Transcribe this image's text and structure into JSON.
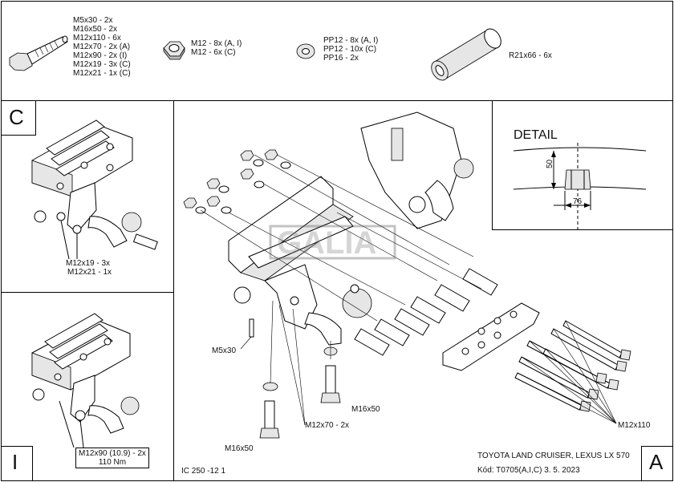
{
  "header": {
    "bolts": [
      "M5x30 - 2x",
      "M16x50 - 2x",
      "M12x110 - 6x",
      "M12x70 - 2x (A)",
      "M12x90 - 2x (I)",
      "M12x19 - 3x (C)",
      "M12x21 - 1x (C)"
    ],
    "nuts": [
      "M12 - 8x (A, I)",
      "M12 - 6x (C)"
    ],
    "washers": [
      "PP12 - 8x (A, I)",
      "PP12 - 10x (C)",
      "PP16 - 2x"
    ],
    "spacer": "R21x66 - 6x"
  },
  "panel_c": {
    "letter": "C",
    "label1": "M12x19 - 3x",
    "label2": "M12x21 - 1x"
  },
  "panel_i": {
    "letter": "I",
    "label1": "M12x90 (10.9) - 2x",
    "label2": "110 Nm"
  },
  "panel_a": {
    "letter": "A",
    "m5x30": "M5x30",
    "m16x50_right": "M16x50",
    "m16x50_left": "M16x50",
    "m12x70": "M12x70 - 2x",
    "m12x110": "M12x110",
    "code": "IC 250 -12 1",
    "vehicle": "TOYOTA LAND CRUISER, LEXUS LX 570",
    "kod": "Kód: T0705(A,I,C)  3. 5. 2023",
    "watermark": "GALIA"
  },
  "detail": {
    "title": "DETAIL",
    "dim_vertical": "50",
    "dim_horizontal": "76"
  }
}
